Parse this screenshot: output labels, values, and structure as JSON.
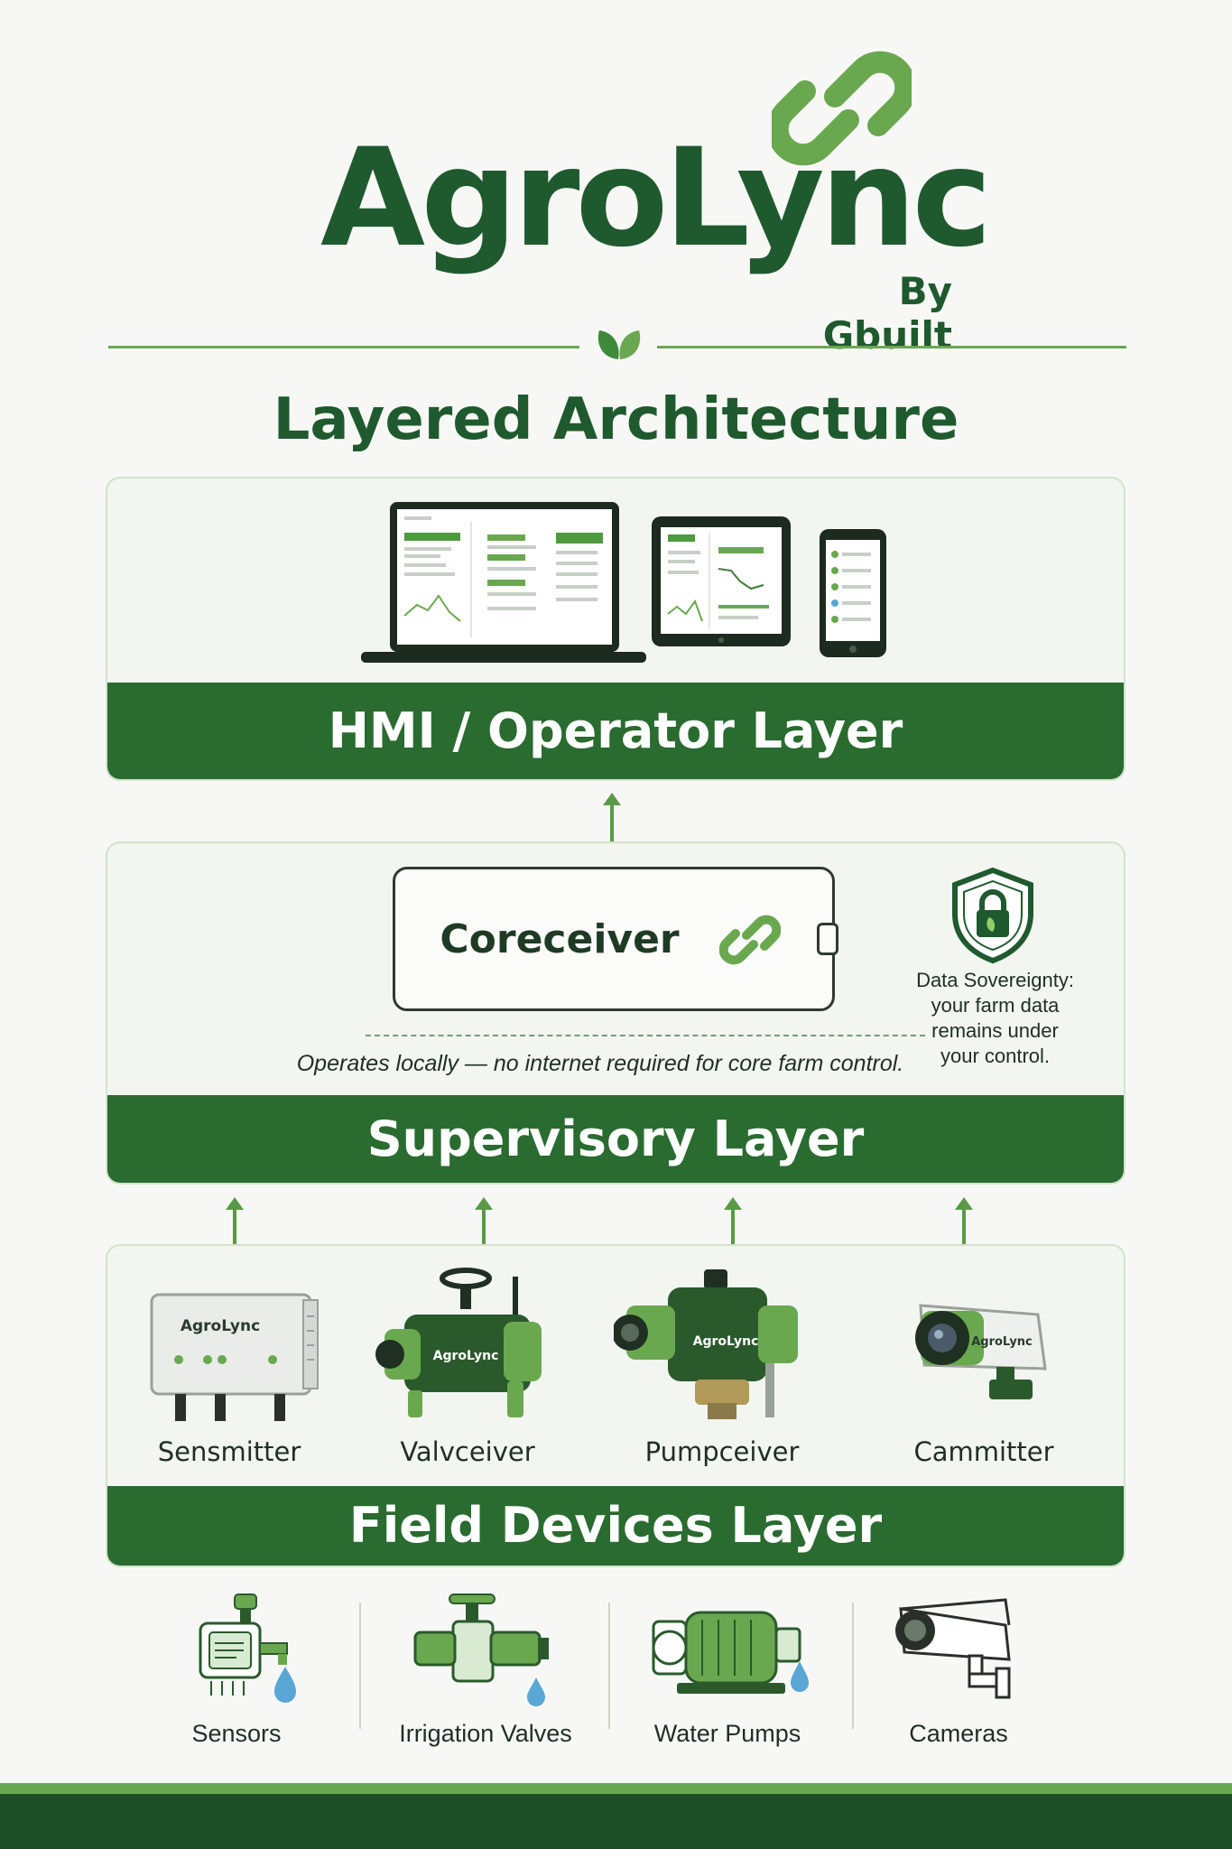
{
  "brand": {
    "name": "AgroLync",
    "byline": "By Gbuilt",
    "colors": {
      "dark_green": "#1f5a2e",
      "mid_green": "#2a6b30",
      "light_green": "#6aa84f",
      "water_blue": "#5aa7d6"
    }
  },
  "page_title": "Layered Architecture",
  "layers": {
    "hmi": {
      "label": "HMI / Operator Layer",
      "devices": [
        "laptop-icon",
        "tablet-icon",
        "smartphone-icon"
      ]
    },
    "supervisory": {
      "label": "Supervisory Layer",
      "core_label": "Coreceiver",
      "core_note": "Operates locally — no internet required for core farm control.",
      "sovereignty_lines": [
        "Data Sovereignty:",
        "your farm data",
        "remains under",
        "your control."
      ]
    },
    "field": {
      "label": "Field Devices Layer",
      "devices": [
        {
          "label": "Sensmitter",
          "badge": "AgroLync",
          "icon": "sensmitter-icon"
        },
        {
          "label": "Valvceiver",
          "badge": "AgroLync",
          "icon": "valvceiver-icon"
        },
        {
          "label": "Pumpceiver",
          "badge": "AgroLync",
          "icon": "pumpceiver-icon"
        },
        {
          "label": "Cammitter",
          "badge": "AgroLync",
          "icon": "cammitter-icon"
        }
      ]
    }
  },
  "field_equipment": [
    {
      "label": "Sensors",
      "icon": "sensor-icon"
    },
    {
      "label": "Irrigation Valves",
      "icon": "irrigation-valve-icon"
    },
    {
      "label": "Water Pumps",
      "icon": "water-pump-icon"
    },
    {
      "label": "Cameras",
      "icon": "camera-icon"
    }
  ]
}
